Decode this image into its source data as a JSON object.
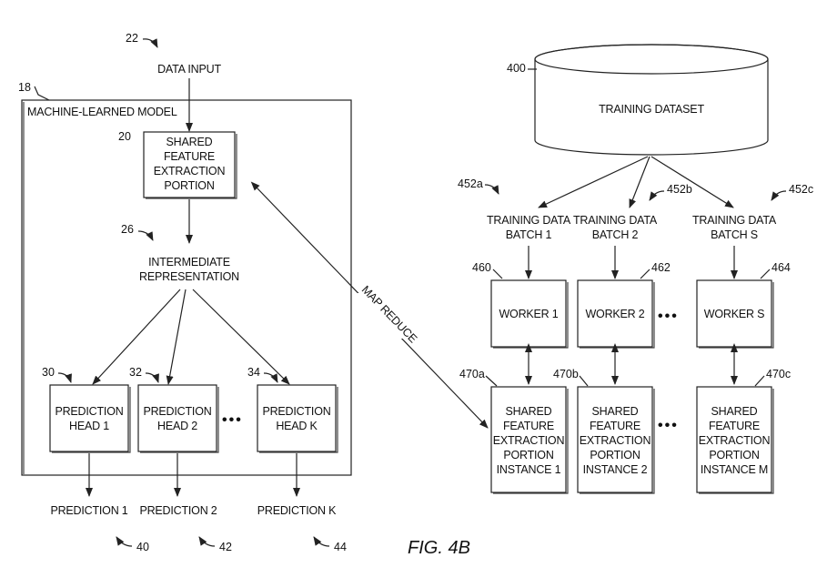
{
  "labels": {
    "data_input": "DATA INPUT",
    "model": "MACHINE-LEARNED MODEL",
    "shared_portion": [
      "SHARED",
      "FEATURE",
      "EXTRACTION",
      "PORTION"
    ],
    "intermediate": [
      "INTERMEDIATE",
      "REPRESENTATION"
    ],
    "heads": [
      [
        "PREDICTION",
        "HEAD 1"
      ],
      [
        "PREDICTION",
        "HEAD 2"
      ],
      [
        "PREDICTION",
        "HEAD K"
      ]
    ],
    "predictions": [
      "PREDICTION 1",
      "PREDICTION 2",
      "PREDICTION K"
    ],
    "dataset": "TRAINING DATASET",
    "batches": [
      [
        "TRAINING DATA",
        "BATCH 1"
      ],
      [
        "TRAINING DATA",
        "BATCH 2"
      ],
      [
        "TRAINING DATA",
        "BATCH S"
      ]
    ],
    "workers": [
      "WORKER 1",
      "WORKER 2",
      "WORKER S"
    ],
    "instances": [
      [
        "SHARED",
        "FEATURE",
        "EXTRACTION",
        "PORTION",
        "INSTANCE 1"
      ],
      [
        "SHARED",
        "FEATURE",
        "EXTRACTION",
        "PORTION",
        "INSTANCE 2"
      ],
      [
        "SHARED",
        "FEATURE",
        "EXTRACTION",
        "PORTION",
        "INSTANCE M"
      ]
    ],
    "map_reduce": "MAP REDUCE",
    "ellipsis": "•••",
    "figure": "FIG. 4B"
  },
  "refs": {
    "data_input": "22",
    "model": "18",
    "shared_portion": "20",
    "intermediate": "26",
    "heads": [
      "30",
      "32",
      "34"
    ],
    "predictions": [
      "40",
      "42",
      "44"
    ],
    "dataset": "400",
    "batches": [
      "452a",
      "452b",
      "452c"
    ],
    "workers": [
      "460",
      "462",
      "464"
    ],
    "instances": [
      "470a",
      "470b",
      "470c"
    ]
  }
}
